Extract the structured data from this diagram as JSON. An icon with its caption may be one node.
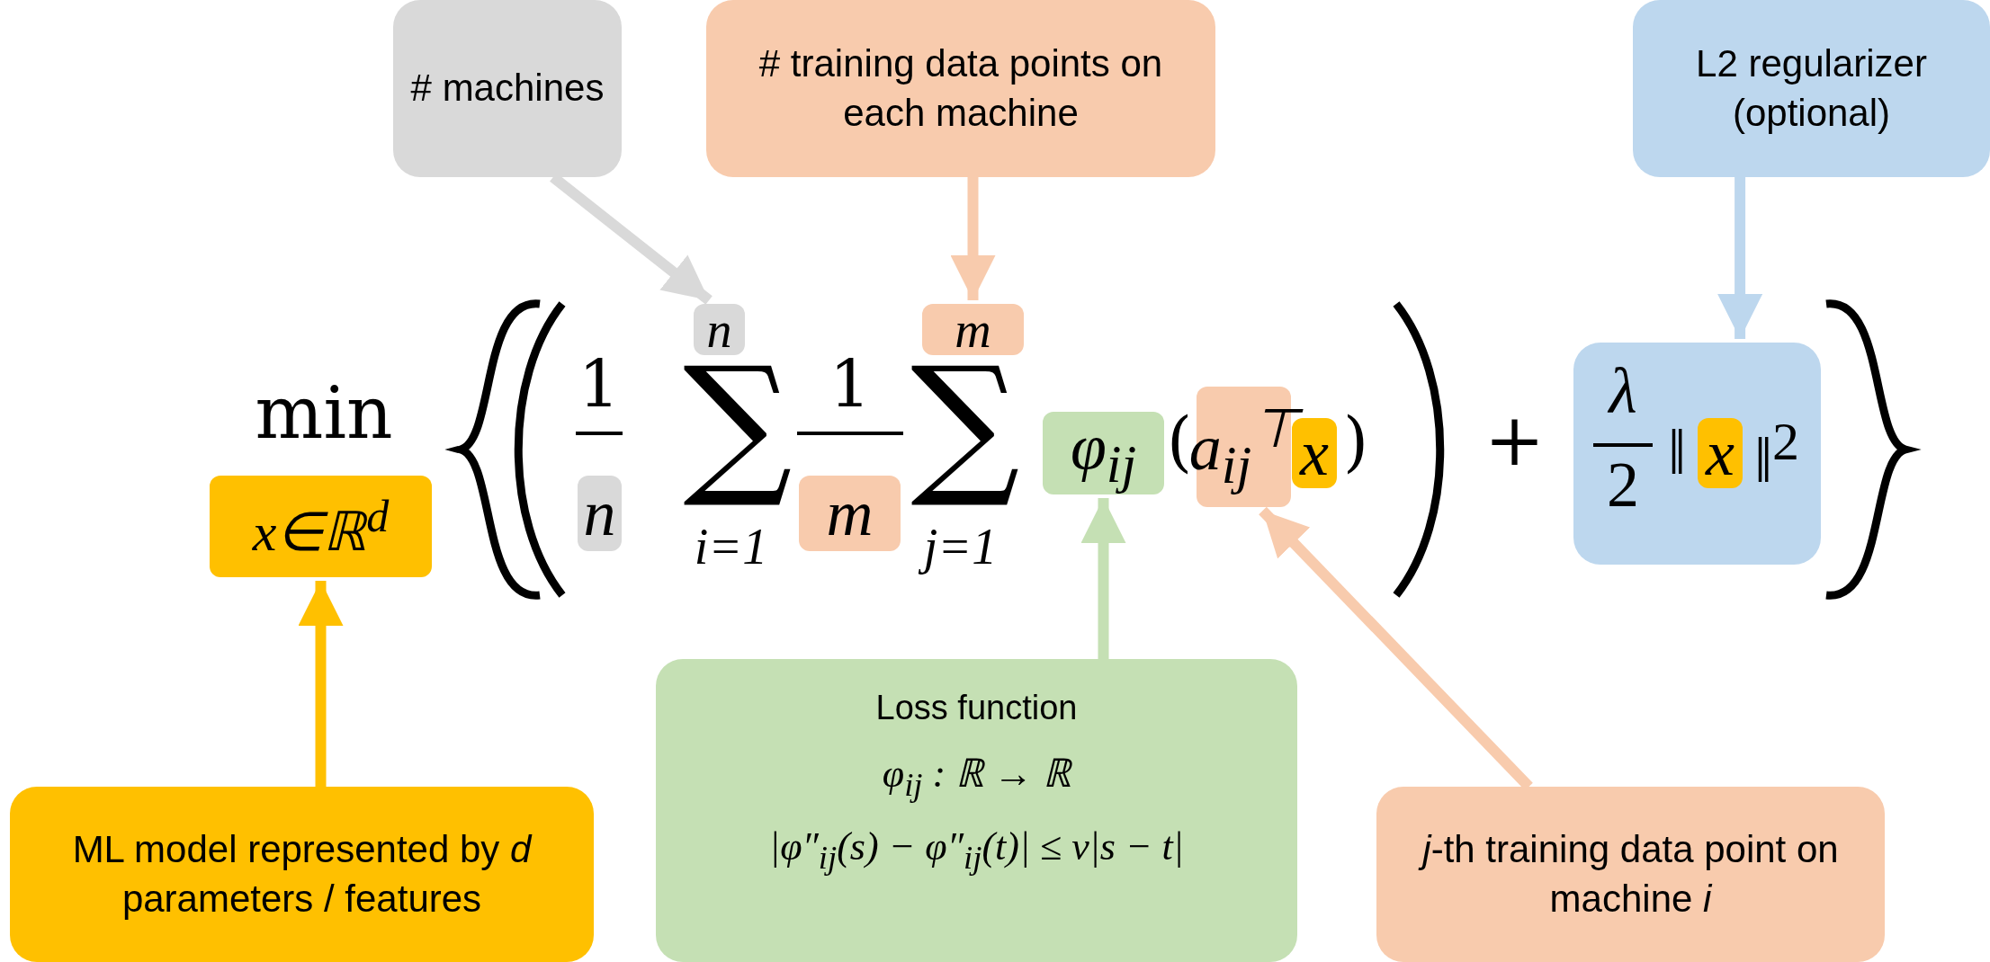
{
  "diagram": {
    "nodes": [
      {
        "text": [
          "# machines"
        ]
      },
      {
        "text": [
          "# training data points on each machine"
        ]
      },
      {
        "text": [
          "L2 regularizer (optional)"
        ]
      },
      {
        "text": [
          "n"
        ]
      },
      {
        "text": [
          "n"
        ]
      },
      {
        "text": [
          "m"
        ]
      },
      {
        "text": [
          "m"
        ]
      },
      {
        "text": [
          "φ$_{ij}$"
        ]
      },
      {
        "text": [
          "a$_{ij}$$^{⊤}$"
        ]
      },
      {
        "text": [
          "x"
        ]
      },
      {
        "text": [
          "λ",
          "2",
          "‖",
          "‖$^{2}$"
        ]
      },
      {
        "text": [
          "x"
        ],
        "in": 10
      },
      {
        "text": [
          "x∈ℝ$^{d}$"
        ]
      },
      {
        "text": [
          "ML model represented by *d* parameters / features"
        ]
      },
      {
        "text": [
          "Loss function",
          "φ$_{ij}$ : ℝ → ℝ",
          "|φ″$_{ij}$(s) − φ″$_{ij}$(t)| ≤ ν|s − t|"
        ]
      },
      {
        "text": [
          "*j*-th training data point on machine *i*"
        ]
      }
    ],
    "edges": [
      {
        "from": 0,
        "to": 3,
        "arrow": "to",
        "color": "#d9d9d9"
      },
      {
        "from": 1,
        "to": 5,
        "arrow": "to",
        "color": "#f8cbad"
      },
      {
        "from": 2,
        "to": 10,
        "arrow": "to",
        "color": "#bdd7ee"
      },
      {
        "from": 13,
        "to": 12,
        "arrow": "to",
        "color": "#ffc000"
      },
      {
        "from": 14,
        "to": 7,
        "arrow": "to",
        "color": "#c5e0b4"
      },
      {
        "from": 15,
        "to": 8,
        "arrow": "to",
        "color": "#f8cbad"
      }
    ],
    "labels": [
      "min",
      "1",
      "∑",
      "1",
      "∑",
      "(",
      ")",
      "i=1",
      "j=1",
      "+"
    ]
  }
}
